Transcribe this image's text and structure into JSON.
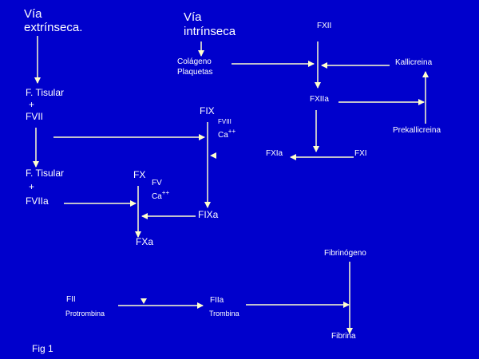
{
  "extrinsic": {
    "line1": "Vía",
    "line2": "extrínseca."
  },
  "intrinsic": {
    "line1": "Vía",
    "line2": "intrínseca"
  },
  "tf_fvii": {
    "a": "F. Tisular",
    "plus": "+",
    "b": "FVII"
  },
  "tf_fviia": {
    "a": "F. Tisular",
    "plus": "+",
    "b": "FVIIa"
  },
  "fix": "FIX",
  "fviii": "FVIII",
  "ca1": "Ca",
  "ca1_sup": "++",
  "fixa": "FIXa",
  "fx": "FX",
  "fv": "FV",
  "ca2": "Ca",
  "ca2_sup": "++",
  "fxa": "FXa",
  "colageno": "Colágeno",
  "plaquetas": "Plaquetas",
  "fxii": "FXII",
  "fxiia": "FXIIa",
  "kallicreina": "Kallicreina",
  "prekallicreina": "Prekallicreina",
  "fxia": "FXIa",
  "fxi": "FXI",
  "fii": "FII",
  "protrombina": "Protrombina",
  "fiia": "FIIa",
  "trombina": "Trombina",
  "fibrinogeno": "Fibrinógeno",
  "fibrina": "Fibrina",
  "caption": "Fig 1",
  "colors": {
    "background": "#0000CC",
    "arrow": "#FFFFCC",
    "text": "#FFFFFF"
  }
}
